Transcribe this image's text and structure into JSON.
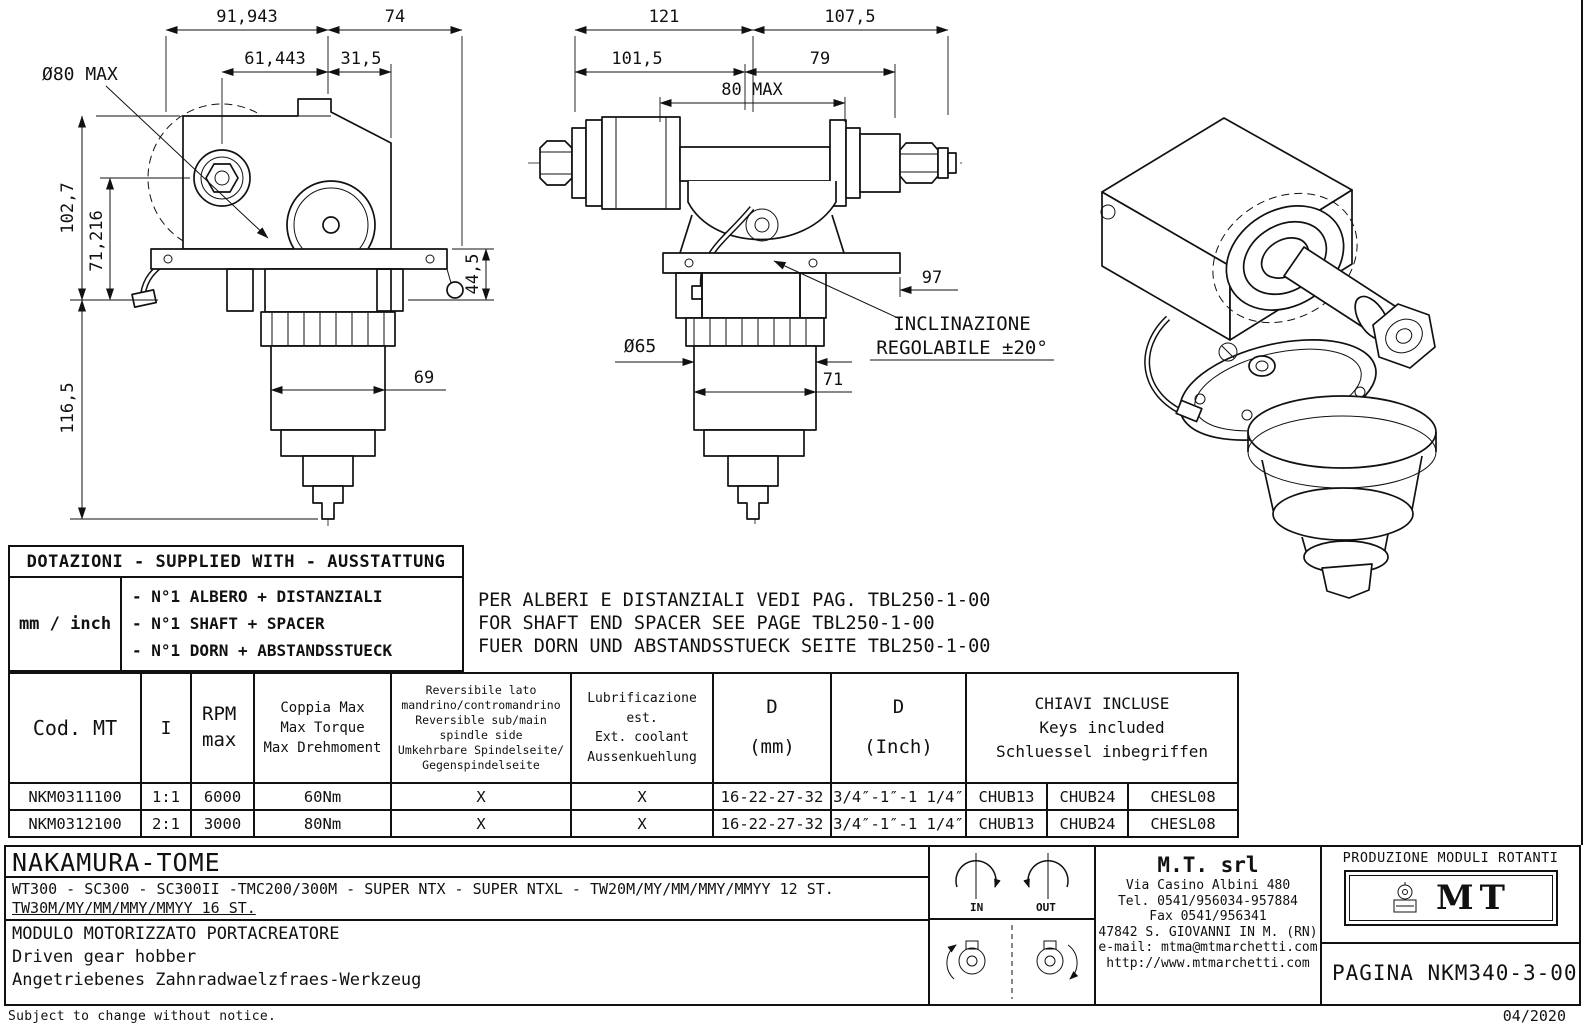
{
  "ink": "#111111",
  "paper": "#ffffff",
  "front_view": {
    "dia_label": "Ø80 MAX",
    "dim_total_width": "91,943",
    "dim_right_width": "74",
    "dim_inner_width": "61,443",
    "dim_inner_right": "31,5",
    "dim_height_upper": "102,7",
    "dim_spindle_to_base": "71,216",
    "dim_height_lower": "116,5",
    "dim_flange_height": "44,5",
    "dim_body_dia": "69"
  },
  "side_view": {
    "dim_left_width": "121",
    "dim_right_width": "107,5",
    "dim_left_inner": "101,5",
    "dim_right_inner": "79",
    "dim_max_width": "80 MAX",
    "dim_offset_right": "97",
    "dia_label": "Ø65",
    "dim_body_dia": "71",
    "note_line1": "INCLINAZIONE",
    "note_line2": "REGOLABILE ±20°"
  },
  "dotazioni": {
    "title": "DOTAZIONI - SUPPLIED WITH - AUSSTATTUNG",
    "unit": "mm / inch",
    "items": "- N°1 ALBERO + DISTANZIALI\n- N°1 SHAFT + SPACER\n- N°1 DORN + ABSTANDSSTUECK",
    "notes": "PER ALBERI E DISTANZIALI VEDI PAG. TBL250-1-00\nFOR SHAFT END SPACER SEE PAGE TBL250-1-00\nFUER DORN UND ABSTANDSSTUECK SEITE TBL250-1-00"
  },
  "table": {
    "headers": {
      "cod": "Cod. MT",
      "ratio": "I",
      "rpm": "RPM\nmax",
      "torque": "Coppia Max\nMax Torque\nMax Drehmoment",
      "reversible": "Reversibile lato\nmandrino/contromandrino\nReversible sub/main\nspindle side\nUmkehrbare Spindelseite/\nGegenspindelseite",
      "coolant": "Lubrificazione est.\nExt. coolant\nAussenkuehlung",
      "d_mm": "D\n(mm)",
      "d_inch": "D\n(Inch)",
      "keys": "CHIAVI INCLUSE\nKeys included\nSchluessel inbegriffen"
    },
    "rows": [
      {
        "cod": "NKM0311100",
        "ratio": "1:1",
        "rpm": "6000",
        "torque": "60Nm",
        "reversible": "X",
        "coolant": "X",
        "d_mm": "16-22-27-32",
        "d_inch": "3/4″-1″-1 1/4″",
        "key1": "CHUB13",
        "key2": "CHUB24",
        "key3": "CHESL08"
      },
      {
        "cod": "NKM0312100",
        "ratio": "2:1",
        "rpm": "3000",
        "torque": "80Nm",
        "reversible": "X",
        "coolant": "X",
        "d_mm": "16-22-27-32",
        "d_inch": "3/4″-1″-1 1/4″",
        "key1": "CHUB13",
        "key2": "CHUB24",
        "key3": "CHESL08"
      }
    ]
  },
  "titleblock": {
    "brand": "NAKAMURA-TOME",
    "machines_line1": "WT300 - SC300 - SC300II -TMC200/300M - SUPER NTX - SUPER NTXL - TW20M/MY/MM/MMY/MMYY 12 ST.",
    "machines_line2": "TW30M/MY/MM/MMY/MMYY 16 ST.",
    "title_it": "MODULO MOTORIZZATO PORTACREATORE",
    "title_en": "Driven gear hobber",
    "title_de": "Angetriebenes Zahnradwaelzfraes-Werkzeug",
    "in_label": "IN",
    "out_label": "OUT",
    "company": "M.T. srl",
    "address": "Via Casino Albini 480",
    "phone": "Tel. 0541/956034-957884",
    "fax": "Fax 0541/956341",
    "city": "47842 S. GIOVANNI IN M. (RN)",
    "email": "e-mail: mtma@mtmarchetti.com",
    "website": "http://www.mtmarchetti.com",
    "production_label": "PRODUZIONE MODULI ROTANTI",
    "logo_text": "MT",
    "page_ref": "PAGINA NKM340-3-00",
    "disclaimer": "Subject to change without notice.",
    "date": "04/2020"
  }
}
